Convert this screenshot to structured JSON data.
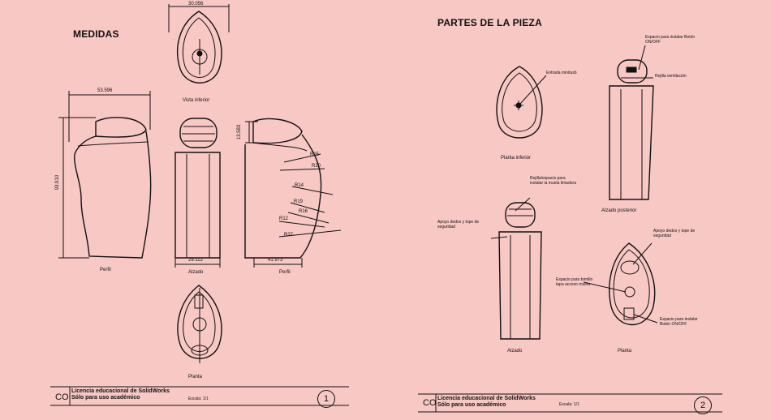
{
  "sheet1": {
    "title": "MEDIDAS",
    "views": {
      "top": "Vista inferior",
      "profile": "Perfil",
      "elevation": "Alzado",
      "profile2": "Perfil",
      "plan": "Planta"
    },
    "dimensions": {
      "top_width": "30.056",
      "profile_width": "53.596",
      "profile_height": "93.910",
      "elevation_width": "29.112",
      "profile2_width": "41.973",
      "profile2_small": "13.583",
      "r25": "R25",
      "r20": "R20",
      "r14": "R14",
      "r19": "R19",
      "r16": "R16",
      "r12": "R12",
      "r37": "R37"
    },
    "footer": {
      "logo": "CO",
      "license_line1": "Licencia educacional de SolidWorks",
      "license_line2": "Sólo para uso académico",
      "scale": "Escala: 1/1",
      "page": "1"
    }
  },
  "sheet2": {
    "title": "PARTES DE LA PIEZA",
    "views": {
      "plan_inferior": "Planta inferior",
      "rear_elevation": "Alzado posterior",
      "elevation": "Alzado",
      "plan": "Planta"
    },
    "notes": {
      "usb_input": "Entrada minitusb",
      "on_off_space_rear": "Espacio para instalar Botón ON/OFF",
      "ventilation": "Rejilla ventilación",
      "grille_space": "Rejilla/espacio para instalar la muela limadora",
      "finger_support": "Apoyo dedos y tope de seguridad",
      "finger_support_plan": "Apoyo dedos y tope de seguridad",
      "screw_space": "Espacio para tornillo tapa acceso muela",
      "on_off_space_plan": "Espacio para instalar Botón ON/OFF"
    },
    "footer": {
      "logo": "CO",
      "license_line1": "Licencia educacional de SolidWorks",
      "license_line2": "Sólo para uso académico",
      "scale": "Escala: 1/1",
      "page": "2"
    }
  }
}
